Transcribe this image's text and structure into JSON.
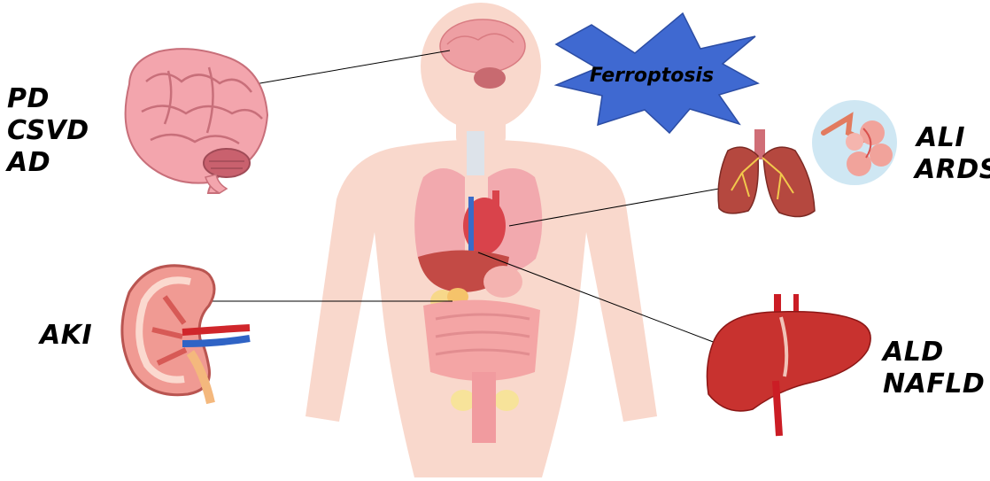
{
  "starburst": {
    "text": "Ferroptosis"
  },
  "brain": {
    "labels": [
      "PD",
      "CSVD",
      "AD"
    ]
  },
  "lung": {
    "labels": [
      "ALI",
      "ARDS"
    ]
  },
  "kidney": {
    "labels": [
      "AKI"
    ]
  },
  "liver": {
    "labels": [
      "ALD",
      "NAFLD"
    ]
  }
}
